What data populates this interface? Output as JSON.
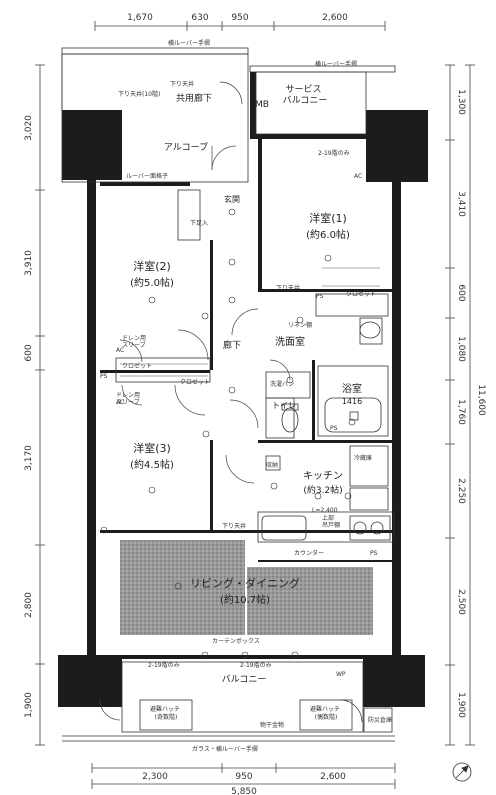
{
  "dimensions": {
    "top": [
      "1,670",
      "630",
      "950",
      "2,600"
    ],
    "bottom_parts": [
      "2,300",
      "950",
      "2,600"
    ],
    "bottom_total": "5,850",
    "left": [
      "3,020",
      "3,910",
      "600",
      "3,170",
      "2,800",
      "1,900"
    ],
    "right": [
      "1,300",
      "3,410",
      "600",
      "1,080",
      "1,760",
      "2,250",
      "2,500",
      "1,900"
    ],
    "right_total": "11,600"
  },
  "rooms": {
    "western1_name": "洋室(1)",
    "western1_size": "(約6.0帖)",
    "western2_name": "洋室(2)",
    "western2_size": "(約5.0帖)",
    "western3_name": "洋室(3)",
    "western3_size": "(約4.5帖)",
    "ldk_name": "リビング・ダイニング",
    "ldk_size": "(約10.7帖)",
    "kitchen_name": "キッチン",
    "kitchen_size": "(約3.2帖)",
    "washroom": "洗面室",
    "bath_name": "浴室",
    "bath_size": "1416",
    "toilet": "トイレ",
    "hall": "廊下",
    "entrance": "玄関",
    "alcove": "アルコーブ",
    "common_corridor": "共用廊下",
    "balcony": "バルコニー",
    "service_balcony": "サービス\nバルコニー",
    "mb": "MB"
  },
  "annotations": {
    "louver_rail_top_left": "横ルーバー手摺",
    "louver_rail_top_right": "横ルーバー手摺",
    "louver_rail_mid": "ルーバー面格子",
    "glass_louver_rail": "ガラス・横ルーバー手摺",
    "lowered_ceiling_10": "下り天井(10階)",
    "lowered_ceiling": "下り天井",
    "floors_2_19": "2-19階のみ",
    "closet": "クロゼット",
    "linen_shelf": "リネン棚",
    "washer_pan": "洗濯パン",
    "fridge": "冷蔵庫",
    "storage": "収納",
    "counter": "カウンター",
    "curtain_box": "カーテンボックス",
    "drain_sleeve": "ドレン用\nスリーブ",
    "evac_hatch_odd": "避難ハッチ\n(奇数階)",
    "evac_hatch_even": "避難ハッチ\n(偶数階)",
    "fire_cabinet": "防災倉庫",
    "drying_hardware": "物干金物",
    "ps": "PS",
    "ac": "AC",
    "wp": "WP",
    "shoes": "下足入",
    "l_2400": "L=2,400",
    "upper_cabinet": "上部\n吊戸棚"
  },
  "colors": {
    "wall": "#1c1c1c",
    "line": "#333333",
    "floor_pattern": "#8a8a8a"
  }
}
